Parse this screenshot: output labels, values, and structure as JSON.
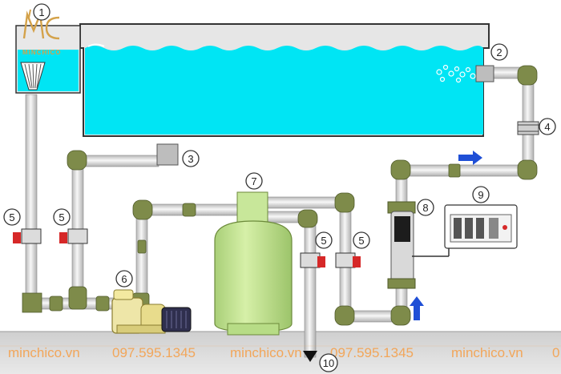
{
  "diagram": {
    "logo": {
      "brand_text": "MINCHICO"
    },
    "callouts": [
      "1",
      "2",
      "3",
      "4",
      "5",
      "5",
      "5",
      "5",
      "6",
      "7",
      "8",
      "9",
      "10"
    ],
    "watermark": {
      "entries": [
        "minchico.vn",
        "097.595.1345",
        "minchico.vn",
        "097.595.1345",
        "minchico.vn",
        "0"
      ]
    },
    "colors": {
      "water": "#00e5f4",
      "pipe": "#e0e0e0",
      "fitting": "#7e8b4a",
      "tank": "#c8e79a",
      "arrow": "#1f4fd6",
      "valve": "#d62828",
      "watermark": "#f2a65a"
    },
    "icons": [
      "skimmer-basket-icon",
      "filter-tank-icon",
      "pump-icon",
      "motor-icon",
      "uv-lamp-icon",
      "control-panel-icon",
      "drain-icon",
      "flow-arrow-icon",
      "ball-valve-icon"
    ]
  }
}
